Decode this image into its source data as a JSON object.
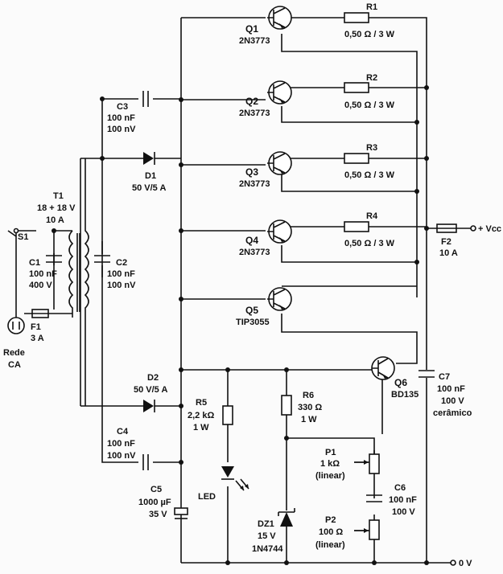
{
  "labels": {
    "q1": "Q1",
    "q1_part": "2N3773",
    "q2": "Q2",
    "q2_part": "2N3773",
    "q3": "Q3",
    "q3_part": "2N3773",
    "q4": "Q4",
    "q4_part": "2N3773",
    "q5": "Q5",
    "q5_part": "TIP3055",
    "q6": "Q6",
    "q6_part": "BD135",
    "r1": "R1",
    "r1_val": "0,50 Ω / 3 W",
    "r2": "R2",
    "r2_val": "0,50 Ω / 3 W",
    "r3": "R3",
    "r3_val": "0,50 Ω / 3 W",
    "r4": "R4",
    "r4_val": "0,50 Ω / 3 W",
    "c3": "C3",
    "c3_v1": "100 nF",
    "c3_v2": "100 nV",
    "d1": "D1",
    "d1_val": "50 V/5 A",
    "t1": "T1",
    "t1_v1": "18 + 18 V",
    "t1_v2": "10 A",
    "s1": "S1",
    "c1": "C1",
    "c1_v1": "100 nF",
    "c1_v2": "400 V",
    "c2": "C2",
    "c2_v1": "100 nF",
    "c2_v2": "100 nV",
    "f1": "F1",
    "f1_val": "3 A",
    "rede1": "Rede",
    "rede2": "CA",
    "f2": "F2",
    "f2_val": "10 A",
    "vcc": "+ Vcc",
    "d2": "D2",
    "d2_val": "50 V/5 A",
    "r5": "R5",
    "r5_v1": "2,2 kΩ",
    "r5_v2": "1 W",
    "r6": "R6",
    "r6_v1": "330 Ω",
    "r6_v2": "1 W",
    "c7": "C7",
    "c7_v1": "100 nF",
    "c7_v2": "100 V",
    "c7_v3": "cerâmico",
    "c4": "C4",
    "c4_v1": "100 nF",
    "c4_v2": "100 nV",
    "p1": "P1",
    "p1_v1": "1 kΩ",
    "p1_v2": "(linear)",
    "c6": "C6",
    "c6_v1": "100 nF",
    "c6_v2": "100 V",
    "c5": "C5",
    "c5_v1": "1000 µF",
    "c5_v2": "35 V",
    "led": "LED",
    "dz1": "DZ1",
    "dz1_v1": "15 V",
    "dz1_v2": "1N4744",
    "p2": "P2",
    "p2_v1": "100 Ω",
    "p2_v2": "(linear)",
    "zero_v": "0 V"
  }
}
